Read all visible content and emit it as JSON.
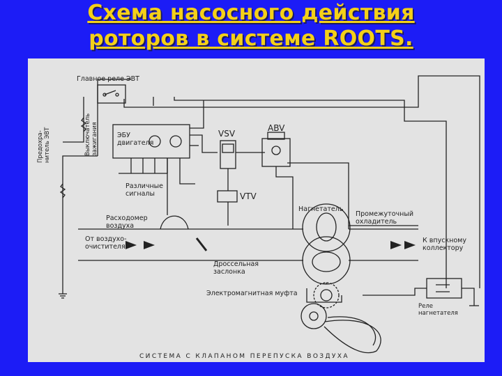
{
  "slide": {
    "title_line1": "Схема насосного действия",
    "title_line2": "роторов в системе ROOTS."
  },
  "colors": {
    "background": "#1c1cf6",
    "title": "#f4d018",
    "scan_paper": "#e3e3e3",
    "ink": "#222222"
  },
  "diagram": {
    "labels": {
      "main_relay": "Главное реле ЭВТ",
      "fuse_line1": "Предохра-",
      "fuse_line2": "нитель ЭВТ",
      "ignition_line1": "Выключатель",
      "ignition_line2": "зажигания",
      "ecu_line1": "ЭБУ",
      "ecu_line2": "двигателя",
      "vsv": "VSV",
      "abv": "ABV",
      "vtv": "VTV",
      "signals_line1": "Различные",
      "signals_line2": "сигналы",
      "airflow_line1": "Расходомер",
      "airflow_line2": "воздуха",
      "supercharger": "Нагнетатель",
      "intercooler_line1": "Промежуточный",
      "intercooler_line2": "охладитель",
      "from_cleaner_line1": "От воздухо-",
      "from_cleaner_line2": "очистителя",
      "to_intake_line1": "К впускному",
      "to_intake_line2": "коллектору",
      "throttle_line1": "Дроссельная",
      "throttle_line2": "заслонка",
      "clutch": "Электромагнитная муфта",
      "sc_relay_line1": "Реле",
      "sc_relay_line2": "нагнетателя",
      "caption": "СИСТЕМА С КЛАПАНОМ ПЕРЕПУСКА ВОЗДУХА"
    }
  }
}
